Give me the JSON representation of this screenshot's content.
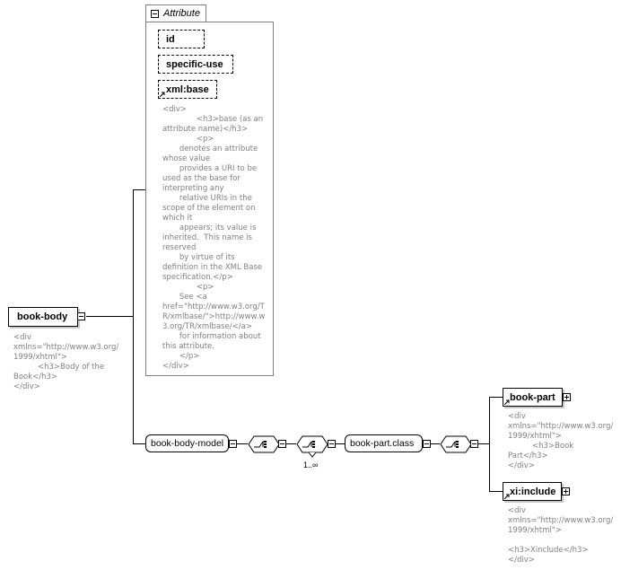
{
  "attribute_group": {
    "title": "Attribute",
    "items": [
      {
        "label": "id"
      },
      {
        "label": "specific-use"
      },
      {
        "label": "xml:base"
      }
    ],
    "xml_base_doc": "<div>\n              <h3>base (as an\nattribute name)</h3>\n              <p>\n       denotes an attribute\nwhose value\n       provides a URI to be\nused as the base for\ninterpreting any\n       relative URIs in the\nscope of the element on\nwhich it\n       appears; its value is\ninherited.  This name is\nreserved\n       by virtue of its\ndefinition in the XML Base\nspecification.</p>\n              <p>\n       See <a\nhref=\"http://www.w3.org/T\nR/xmlbase/\">http://www.w\n3.org/TR/xmlbase/</a>\n       for information about\nthis attribute.\n       </p>\n</div>"
  },
  "root": {
    "label": "book-body",
    "doc": "<div\nxmlns=\"http://www.w3.org/\n1999/xhtml\">\n          <h3>Body of the\nBook</h3>\n</div>"
  },
  "model": {
    "group_label": "book-body-model",
    "class_label": "book-part.class",
    "cardinality": "1..∞"
  },
  "children": [
    {
      "label": "book-part",
      "doc": "<div\nxmlns=\"http://www.w3.org/\n1999/xhtml\">\n          <h3>Book\nPart</h3>\n</div>"
    },
    {
      "label": "xi:include",
      "doc": "<div\nxmlns=\"http://www.w3.org/\n1999/xhtml\">\n\n<h3>Xinclude</h3>\n</div>"
    }
  ]
}
